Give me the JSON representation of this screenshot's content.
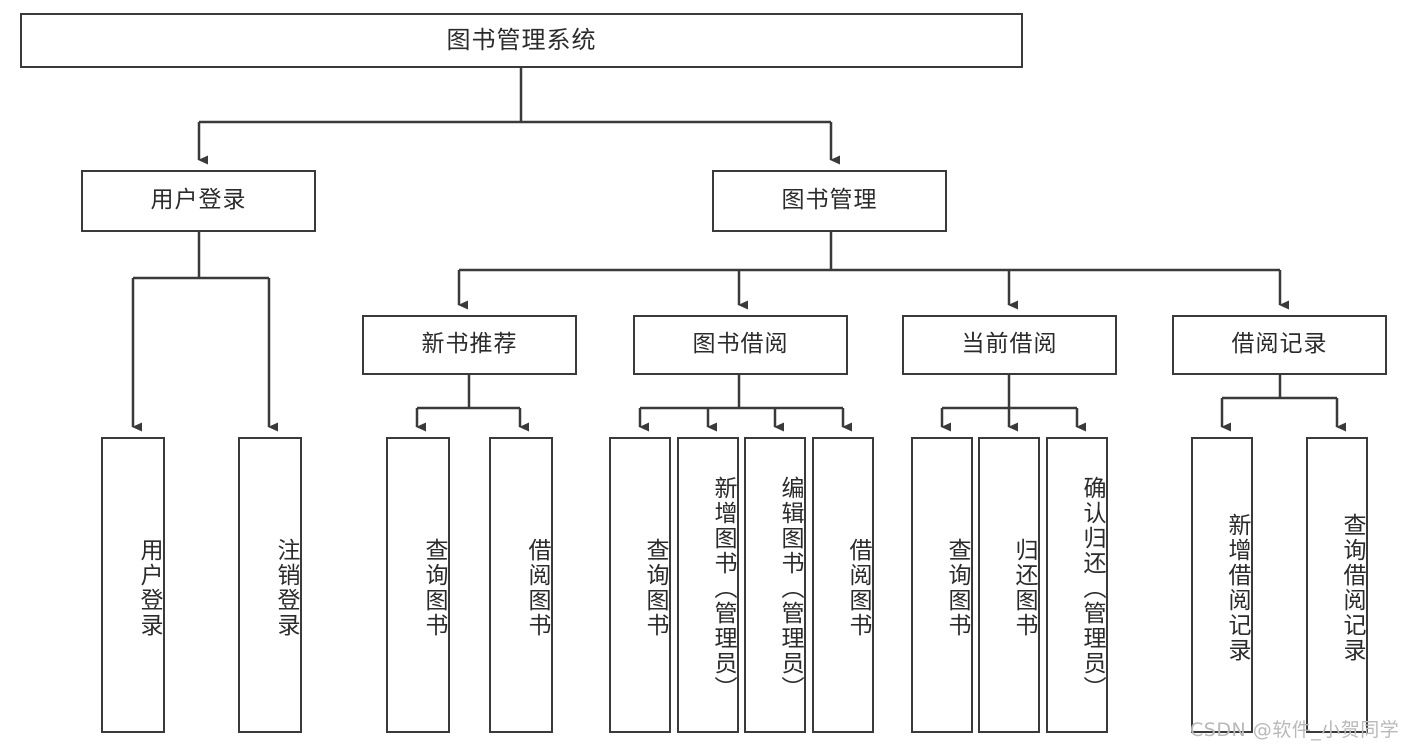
{
  "diagram": {
    "title": "图书管理系统",
    "type": "hierarchy-tree",
    "root": {
      "label": "图书管理系统"
    },
    "level2": [
      {
        "label": "用户登录"
      },
      {
        "label": "图书管理"
      }
    ],
    "level3": [
      {
        "label": "新书推荐",
        "parent": "图书管理"
      },
      {
        "label": "图书借阅",
        "parent": "图书管理"
      },
      {
        "label": "当前借阅",
        "parent": "图书管理"
      },
      {
        "label": "借阅记录",
        "parent": "图书管理"
      }
    ],
    "leaves": {
      "user_login": [
        {
          "label": "用户登录"
        },
        {
          "label": "注销登录"
        }
      ],
      "new_book_recommend": [
        {
          "label": "查询图书"
        },
        {
          "label": "借阅图书"
        }
      ],
      "book_borrow": [
        {
          "label": "查询图书"
        },
        {
          "label": "新增图书（管理员）"
        },
        {
          "label": "编辑图书（管理员）"
        },
        {
          "label": "借阅图书"
        }
      ],
      "current_borrow": [
        {
          "label": "查询图书"
        },
        {
          "label": "归还图书"
        },
        {
          "label": "确认归还（管理员）"
        }
      ],
      "borrow_record": [
        {
          "label": "新增借阅记录"
        },
        {
          "label": "查询借阅记录"
        }
      ]
    }
  },
  "watermark": {
    "text": "CSDN @软件_小贺同学"
  },
  "colors": {
    "border": "#3a3a3a",
    "text": "#2b2b2b",
    "background": "#ffffff",
    "watermark": "#b9b9b9"
  }
}
